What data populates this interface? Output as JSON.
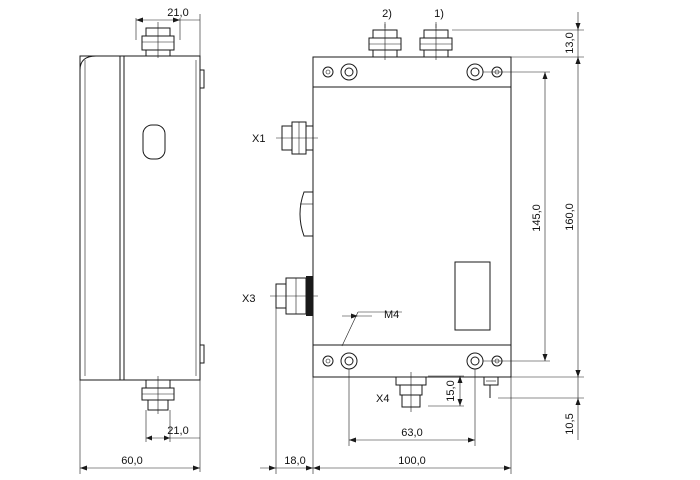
{
  "dimensions": {
    "side_connector_top_width": "21,0",
    "side_connector_bottom_width": "21,0",
    "side_depth": "60,0",
    "front_offset_left": "18,0",
    "front_width": "100,0",
    "bottom_connector_spacing": "63,0",
    "bottom_connector_height": "15,0",
    "top_connector_height": "13,0",
    "mount_hole_spacing": "145,0",
    "housing_height": "160,0",
    "bottom_clearance": "10,5"
  },
  "labels": {
    "connector_x1": "X1",
    "connector_x3": "X3",
    "connector_x4": "X4",
    "thread_m4": "M4",
    "top_connector_2": "2)",
    "top_connector_1": "1)"
  },
  "colors": {
    "line": "#1a1a1a",
    "background": "#ffffff"
  }
}
